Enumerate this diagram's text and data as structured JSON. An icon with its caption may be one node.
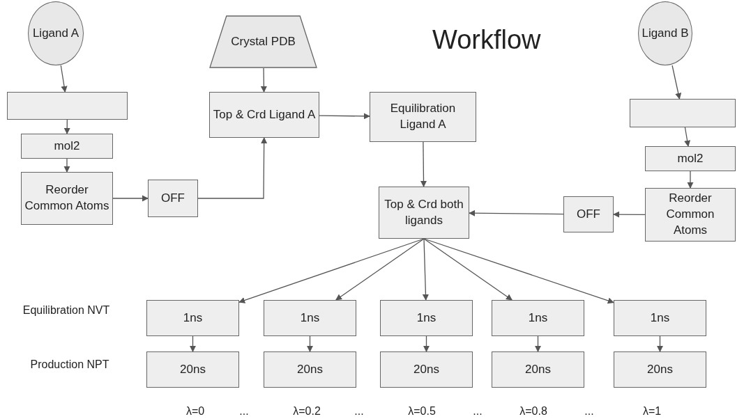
{
  "diagram": {
    "title": "Workflow",
    "nodes": [
      {
        "text": [
          "Ligand A"
        ]
      },
      {
        "text": [],
        "shape": "box"
      },
      {
        "text": [
          "mol2"
        ]
      },
      {
        "text": [
          "Reorder Common Atoms"
        ]
      },
      {
        "text": [
          "OFF"
        ]
      },
      {
        "text": [
          "Crystal PDB"
        ]
      },
      {
        "text": [
          "Top & Crd Ligand A"
        ]
      },
      {
        "text": [
          "Equilibration Ligand A"
        ]
      },
      {
        "text": [
          "Ligand B"
        ]
      },
      {
        "text": [],
        "shape": "box"
      },
      {
        "text": [
          "mol2"
        ]
      },
      {
        "text": [
          "Reorder Common Atoms"
        ]
      },
      {
        "text": [
          "OFF"
        ]
      },
      {
        "text": [
          "Top & Crd both ligands"
        ]
      },
      {
        "text": [
          "1ns"
        ]
      },
      {
        "text": [
          "1ns"
        ]
      },
      {
        "text": [
          "1ns"
        ]
      },
      {
        "text": [
          "1ns"
        ]
      },
      {
        "text": [
          "1ns"
        ]
      },
      {
        "text": [
          "20ns"
        ]
      },
      {
        "text": [
          "20ns"
        ]
      },
      {
        "text": [
          "20ns"
        ]
      },
      {
        "text": [
          "20ns"
        ]
      },
      {
        "text": [
          "20ns"
        ]
      }
    ],
    "edges": [
      {
        "from": 0,
        "to": 1,
        "arrow": "to"
      },
      {
        "from": 1,
        "to": 2,
        "arrow": "to"
      },
      {
        "from": 2,
        "to": 3,
        "arrow": "to"
      },
      {
        "from": 3,
        "to": 4,
        "arrow": "to"
      },
      {
        "from": 4,
        "to": 6,
        "arrow": "to"
      },
      {
        "from": 5,
        "to": 6,
        "arrow": "to"
      },
      {
        "from": 6,
        "to": 7,
        "arrow": "to"
      },
      {
        "from": 7,
        "to": 13,
        "arrow": "to"
      },
      {
        "from": 8,
        "to": 9,
        "arrow": "to"
      },
      {
        "from": 9,
        "to": 10,
        "arrow": "to"
      },
      {
        "from": 10,
        "to": 11,
        "arrow": "to"
      },
      {
        "from": 11,
        "to": 12,
        "arrow": "to"
      },
      {
        "from": 12,
        "to": 13,
        "arrow": "to"
      },
      {
        "from": 13,
        "to": 14,
        "arrow": "to"
      },
      {
        "from": 13,
        "to": 15,
        "arrow": "to"
      },
      {
        "from": 13,
        "to": 16,
        "arrow": "to"
      },
      {
        "from": 13,
        "to": 17,
        "arrow": "to"
      },
      {
        "from": 13,
        "to": 18,
        "arrow": "to"
      },
      {
        "from": 14,
        "to": 19,
        "arrow": "to"
      },
      {
        "from": 15,
        "to": 20,
        "arrow": "to"
      },
      {
        "from": 16,
        "to": 21,
        "arrow": "to"
      },
      {
        "from": 17,
        "to": 22,
        "arrow": "to"
      },
      {
        "from": 18,
        "to": 23,
        "arrow": "to"
      }
    ],
    "labels": [
      "Equilibration NVT",
      "Production NPT",
      "λ=0",
      "...",
      "λ=0.2",
      "...",
      "λ=0.5",
      "...",
      "λ=0.8",
      "...",
      "λ=1"
    ]
  }
}
